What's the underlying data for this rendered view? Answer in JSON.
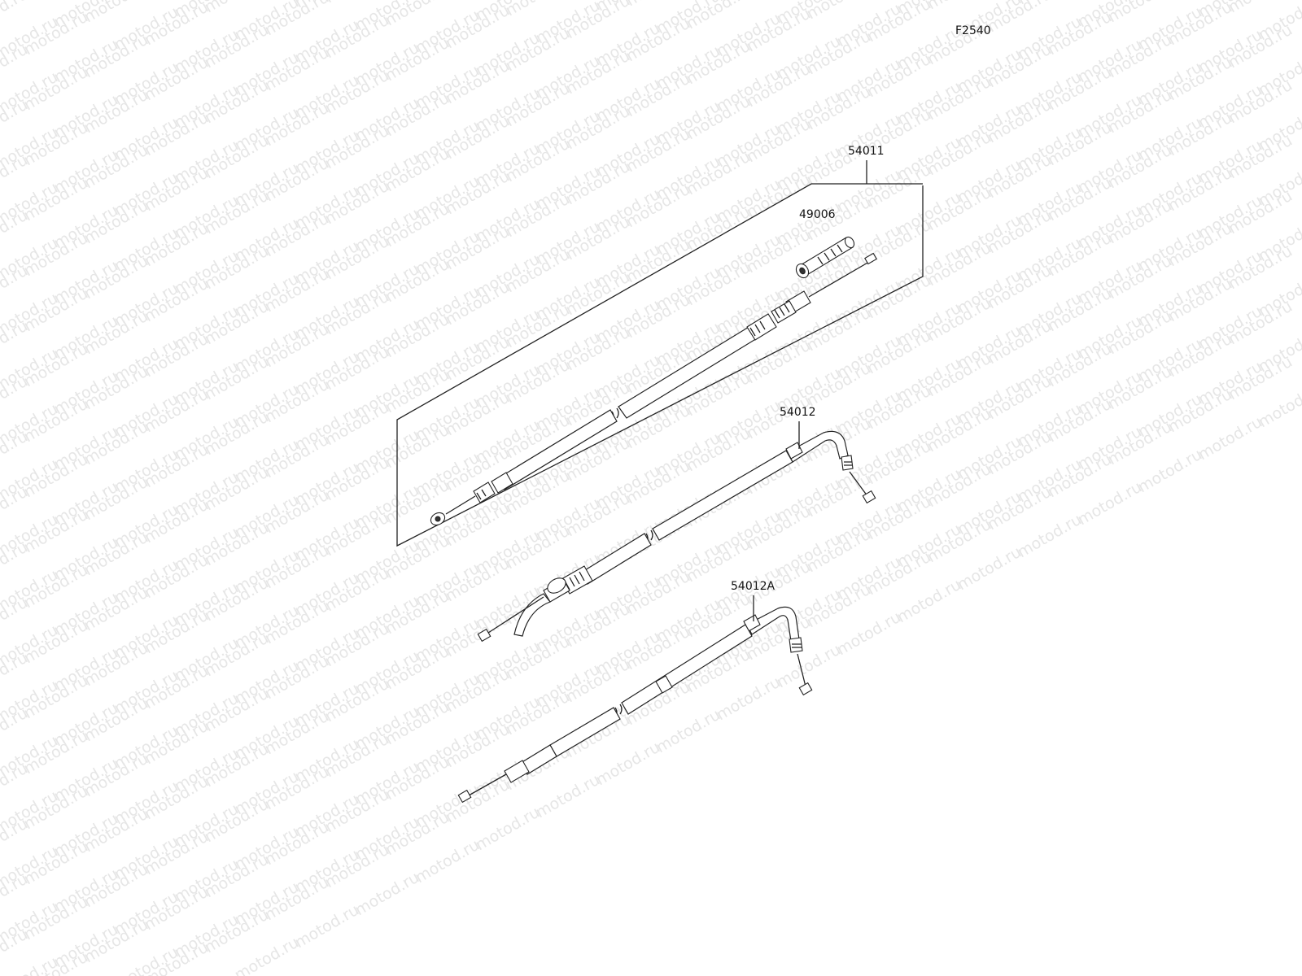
{
  "diagram": {
    "code": "F2540",
    "watermark": "motod.ru",
    "callouts": [
      {
        "id": "clutch-cable",
        "label": "54011"
      },
      {
        "id": "grommet",
        "label": "49006"
      },
      {
        "id": "throttle-cable-open",
        "label": "54012"
      },
      {
        "id": "throttle-cable-close",
        "label": "54012A"
      }
    ]
  }
}
